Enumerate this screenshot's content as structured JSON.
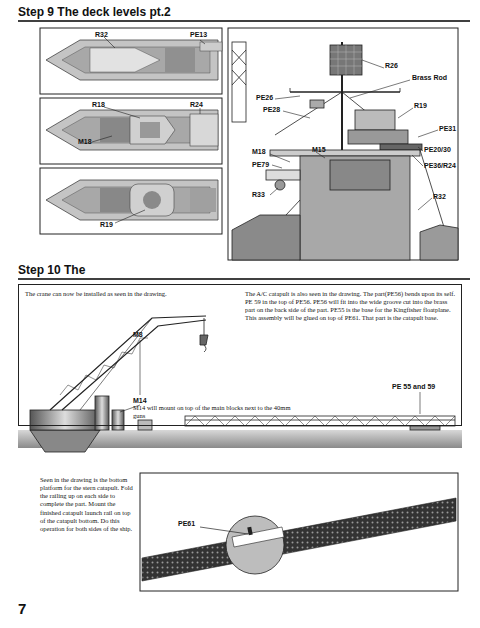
{
  "diagram": {
    "title": "Step 9 The deck levels pt.2",
    "nodes": [
      {
        "text": [
          "The crane can now be installed as seen in the drawing.",
          "The A/C catapult is also seen in the drawing. The part(PE56) bends upon its self. PE 59 in the top of PE56. PE56 will fit into the wide groove cut into the brass part on the back side of the part. PE55 is the base for the Kingfisher floatplane. This assembly will be glued on top of PE61. That part is the catapult base."
        ]
      }
    ],
    "labels": [
      "R32",
      "PE13",
      "R18",
      "R24",
      "M18",
      "R19",
      "R26",
      "Brass Rod",
      "PE26",
      "PE28",
      "R19",
      "PE31",
      "M18",
      "M15",
      "PE79",
      "PE20/30",
      "R33",
      "PE36/R24",
      "R32",
      "Step 10 The",
      "M8",
      "M14",
      "M14 will mount on top of the main blocks next to the 40mm guns",
      "PE 55 and 59",
      "Seen in the drawing is the bottom platform for the stern catapult. Fold the railing up on each side to complete the part. Mount the finished catapult launch rail on top of the catapult bottom. Do this operation for both sides of the ship.",
      "PE61",
      "7"
    ]
  }
}
